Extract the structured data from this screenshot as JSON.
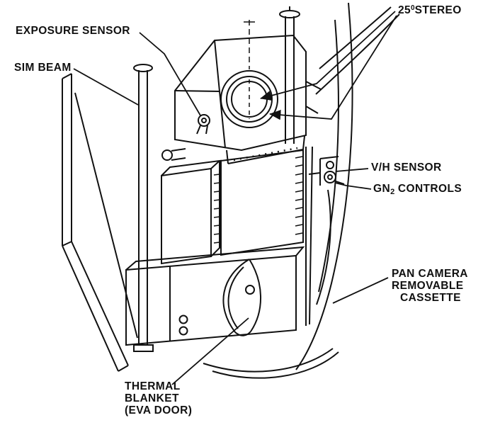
{
  "style": {
    "ink": "#111111",
    "background": "#ffffff"
  },
  "labels": {
    "exposure_sensor": "EXPOSURE SENSOR",
    "sim_beam": "SIM BEAM",
    "stereo": {
      "base": "25",
      "sup": "0",
      "rest": "STEREO"
    },
    "vh_sensor": "V/H SENSOR",
    "gn2_controls": {
      "base": "GN",
      "sub": "2",
      "rest": " CONTROLS"
    },
    "pan_cassette": {
      "lines": [
        "PAN CAMERA",
        "REMOVABLE",
        "CASSETTE"
      ]
    },
    "thermal_blanket": {
      "lines": [
        "THERMAL",
        "BLANKET",
        "(EVA DOOR)"
      ]
    }
  }
}
